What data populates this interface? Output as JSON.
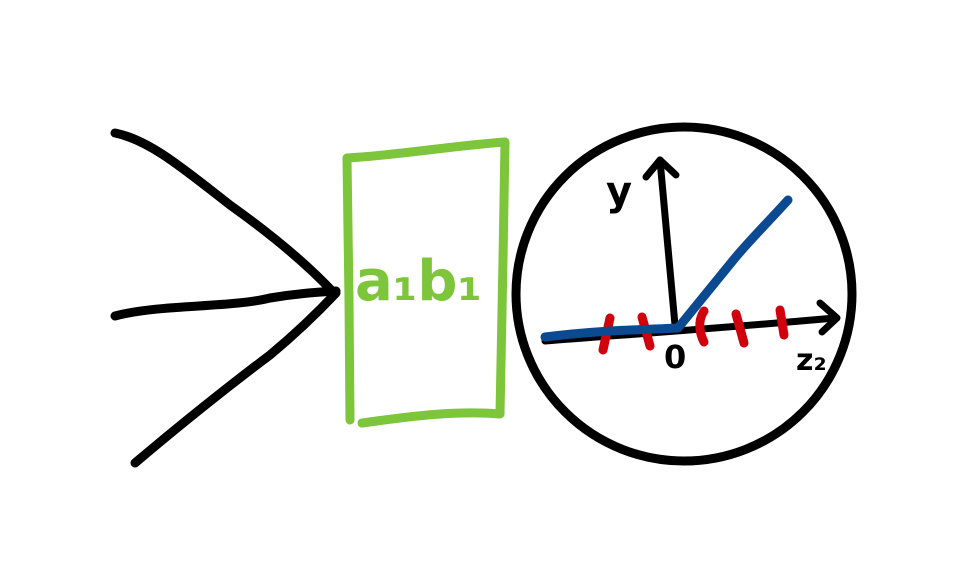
{
  "colors": {
    "ink": "#000000",
    "box": "#7dc53a",
    "relu": "#0b4a91",
    "ticks": "#d0000c",
    "background": "#ffffff"
  },
  "neuron": {
    "params_label": "a₁b₁"
  },
  "plot": {
    "y_label": "y",
    "origin_label": "0",
    "x_label": "z₂"
  }
}
